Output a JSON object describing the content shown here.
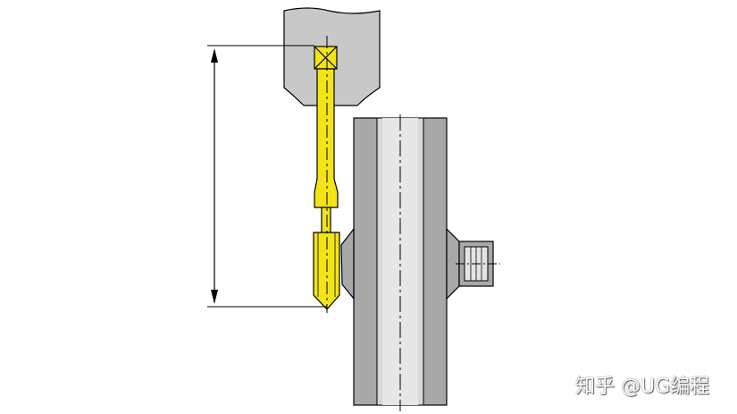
{
  "watermark": {
    "text": "知乎 @UG编程"
  },
  "colors": {
    "background": "#ffffff",
    "spindle_gray": "#c8c8c8",
    "workpiece_gray": "#a8a8a8",
    "workpiece_light": "#d6d6d6",
    "tool_yellow": "#f2e417",
    "outline": "#000000"
  },
  "components": [
    "spindle-holder",
    "tap-tool",
    "workpiece-pipe",
    "side-boss",
    "length-dimension"
  ]
}
